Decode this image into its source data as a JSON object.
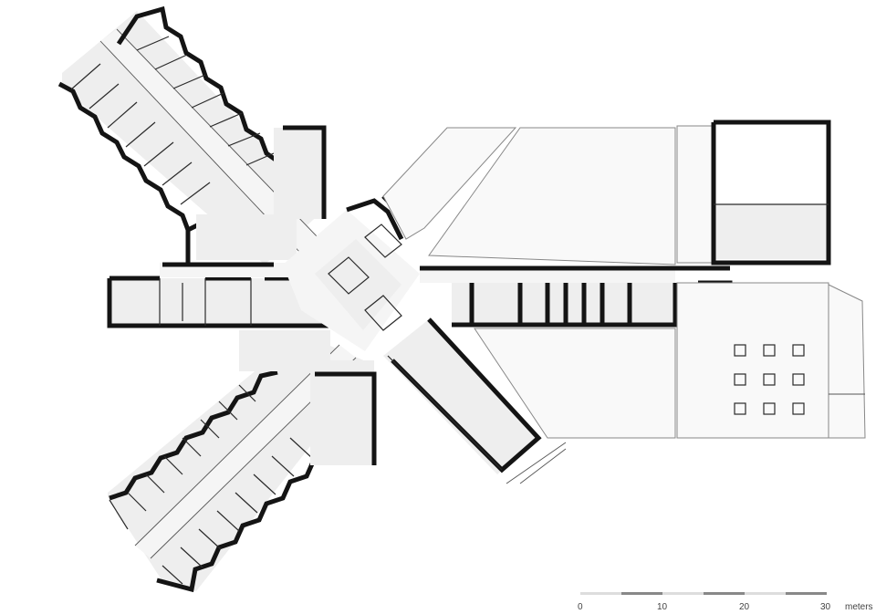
{
  "scale_bar": {
    "ticks": [
      "0",
      "10",
      "20",
      "30"
    ],
    "unit": "meters"
  }
}
